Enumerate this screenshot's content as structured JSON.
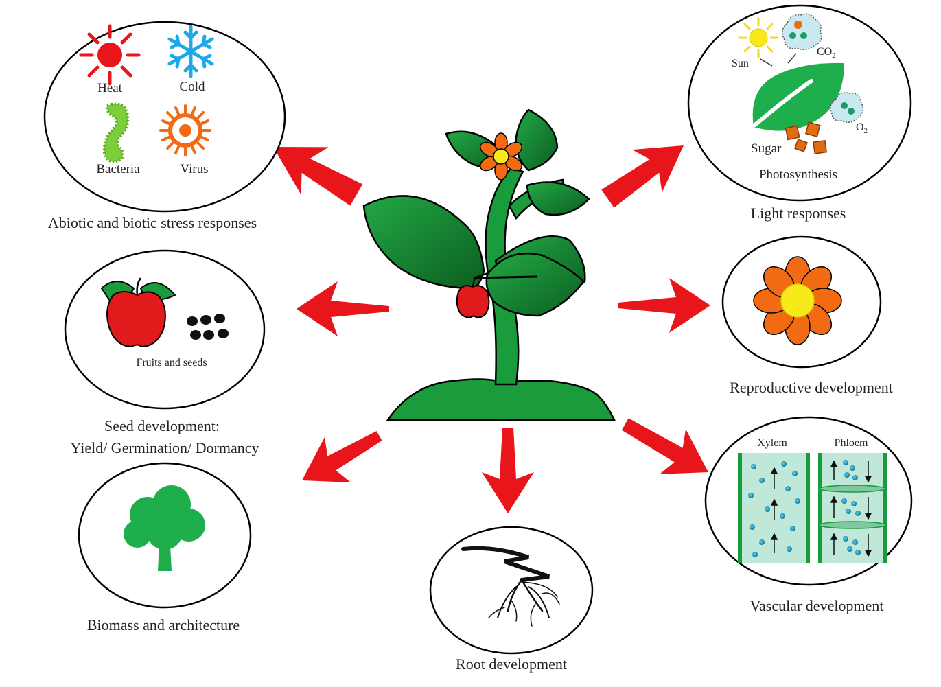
{
  "colors": {
    "plant_green": "#1a9b3c",
    "plant_dark": "#0d6b26",
    "arrow_red": "#e8161b",
    "flower_orange": "#f26b12",
    "flower_center": "#f6ea1a",
    "heat_red": "#e8161b",
    "cold_blue": "#1da8e8",
    "bacteria_green": "#7ccf3a",
    "virus_orange": "#f26b12",
    "apple_red": "#e11b1b",
    "vascular_bg": "#bfe8d8",
    "particle_blue": "#1b8fb5"
  },
  "stress": {
    "heat": "Heat",
    "cold": "Cold",
    "bacteria": "Bacteria",
    "virus": "Virus",
    "caption": "Abiotic and biotic stress responses",
    "icons": [
      "sun-icon",
      "snowflake-icon",
      "bacteria-icon",
      "virus-icon"
    ]
  },
  "light": {
    "sun": "Sun",
    "co2": "CO",
    "co2_sub": "2",
    "o2": "O",
    "o2_sub": "2",
    "sugar": "Sugar",
    "photosynthesis": "Photosynthesis",
    "caption": "Light responses",
    "icons": [
      "sun-icon",
      "leaf-icon",
      "cloud-icon",
      "sugar-cube-icon"
    ]
  },
  "seed": {
    "fruits": "Fruits and seeds",
    "caption_line1": "Seed development:",
    "caption_line2": "Yield/ Germination/ Dormancy",
    "icons": [
      "apple-icon",
      "seeds-icon"
    ]
  },
  "reproductive": {
    "caption": "Reproductive development",
    "icons": [
      "flower-icon"
    ]
  },
  "biomass": {
    "caption": "Biomass and architecture",
    "icons": [
      "tree-icon"
    ]
  },
  "root": {
    "caption": "Root development",
    "icons": [
      "roots-icon"
    ]
  },
  "vascular": {
    "xylem": "Xylem",
    "phloem": "Phloem",
    "caption": "Vascular development",
    "icons": [
      "xylem-icon",
      "phloem-icon"
    ]
  }
}
